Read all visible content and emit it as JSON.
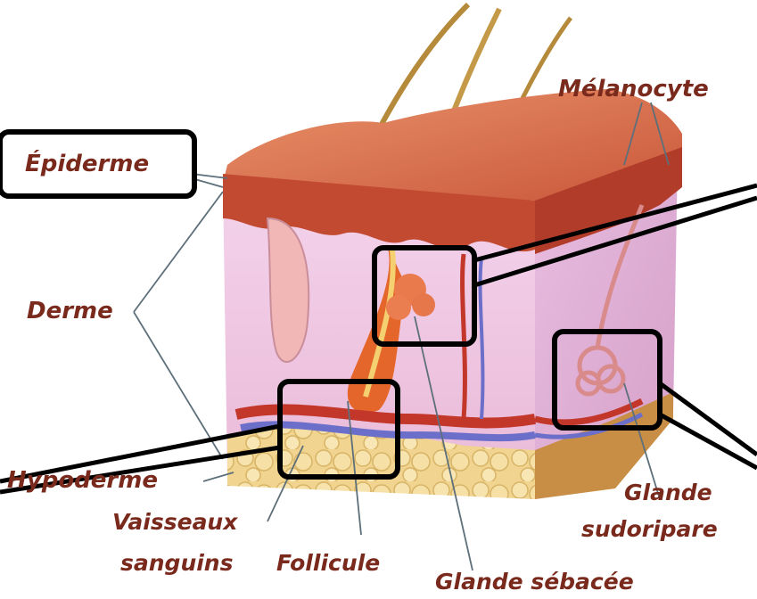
{
  "labels": {
    "epiderme": "Épiderme",
    "derme": "Derme",
    "hypoderme": "Hypoderme",
    "melanocyte": "Mélanocyte",
    "vaisseaux_line1": "Vaisseaux",
    "vaisseaux_line2": "sanguins",
    "follicule": "Follicule",
    "glande_sudoripare_line1": "Glande",
    "glande_sudoripare_line2": "sudoripare",
    "glande_sebacee": "Glande sébacée"
  },
  "colors": {
    "label_text": "#7a2a1c",
    "highlight_box": "#000000",
    "epidermis": "#c8553a",
    "dermis": "#f2cde6",
    "hypodermis": "#f1d79a",
    "blood_vessel_red": "#c2372a",
    "blood_vessel_blue": "#6b6fc9"
  }
}
